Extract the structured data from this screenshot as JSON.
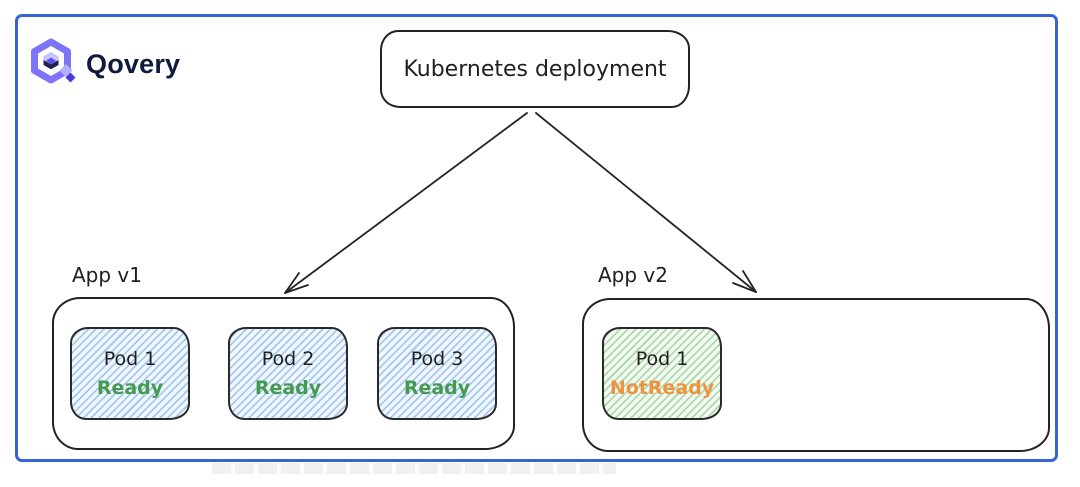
{
  "brand": {
    "name": "Qovery",
    "logo": {
      "icon": "qovery-hexagon-cube-logo",
      "ring_color": "#7d74f9",
      "cube_light": "#c9c5fe",
      "cube_dark": "#20224f",
      "accent_purple": "#5b4cf5",
      "wordmark_color": "#101a3c"
    }
  },
  "frame": {
    "border_color": "#3565d4"
  },
  "diagram": {
    "root_node": {
      "label": "Kubernetes deployment"
    },
    "arrow_color": "#232323",
    "groups": [
      {
        "label": "App v1",
        "pod_fill": "blue-hatch",
        "pod_hatch_color": "#a6c9ef",
        "pods": [
          {
            "name": "Pod 1",
            "status": "Ready"
          },
          {
            "name": "Pod 2",
            "status": "Ready"
          },
          {
            "name": "Pod 3",
            "status": "Ready"
          }
        ]
      },
      {
        "label": "App v2",
        "pod_fill": "green-hatch",
        "pod_hatch_color": "#aedbab",
        "pods": [
          {
            "name": "Pod 1",
            "status": "NotReady"
          }
        ]
      }
    ],
    "status_colors": {
      "Ready": "#449a4f",
      "NotReady": "#ec9440"
    }
  }
}
